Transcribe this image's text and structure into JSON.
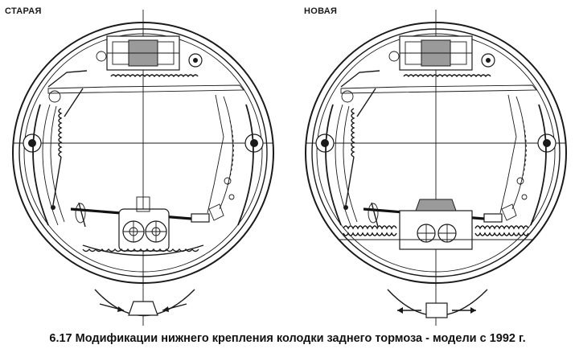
{
  "labels": {
    "old": "СТАРАЯ",
    "new": "НОВАЯ"
  },
  "caption": "6.17 Модификации нижнего крепления колодки заднего тормоза - модели с 1992 г."
}
